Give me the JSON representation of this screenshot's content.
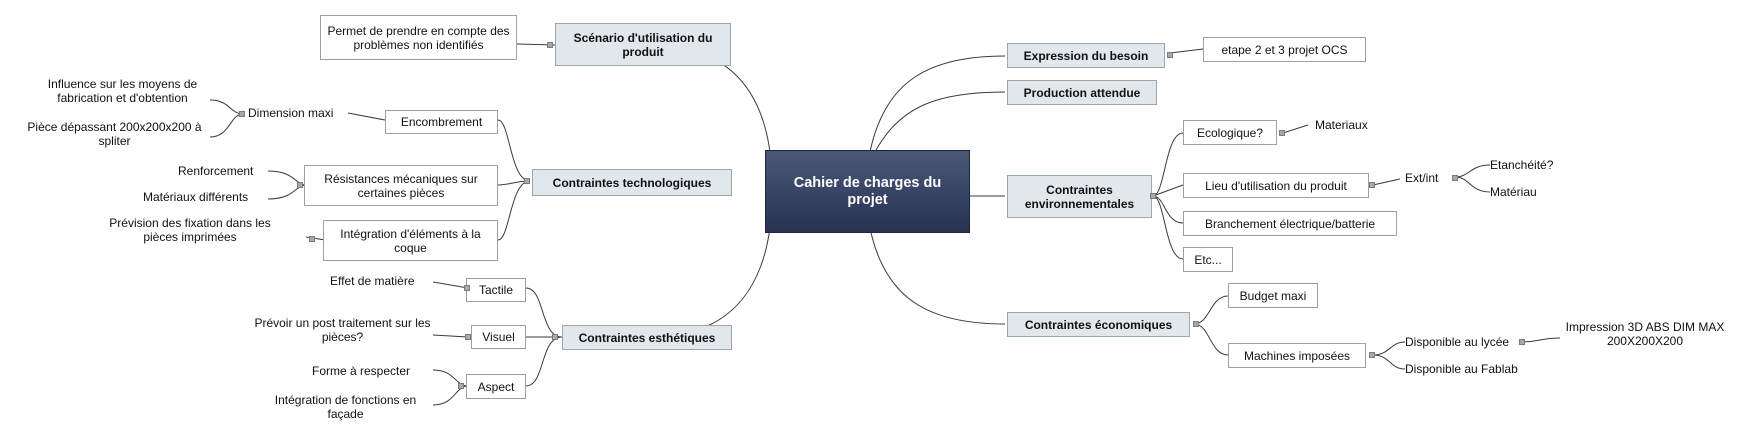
{
  "central": "Cahier de charges du projet",
  "left": {
    "scenario": {
      "label": "Scénario d'utilisation du produit",
      "child": "Permet de prendre en compte des problèmes non identifiés"
    },
    "techno": {
      "label": "Contraintes technologiques",
      "encombrement": "Encombrement",
      "dimension": "Dimension maxi",
      "influence": "Influence sur les moyens de fabrication et d'obtention",
      "piece": "Pièce dépassant 200x200x200 à spliter",
      "resistances": "Résistances mécaniques sur certaines pièces",
      "renforcement": "Renforcement",
      "materiaux": "Matériaux différents",
      "integration": "Intégration d'éléments à la coque",
      "prevision": "Prévision des fixation dans les pièces imprimées"
    },
    "esthetique": {
      "label": "Contraintes esthétiques",
      "tactile": "Tactile",
      "effet": "Effet de matière",
      "visuel": "Visuel",
      "prevoir": "Prévoir un post traitement sur les pièces?",
      "aspect": "Aspect",
      "forme": "Forme à respecter",
      "integration_fonctions": "Intégration de fonctions en façade"
    }
  },
  "right": {
    "besoin": {
      "label": "Expression du besoin",
      "child": "etape 2 et 3 projet OCS"
    },
    "production": {
      "label": "Production attendue"
    },
    "environnement": {
      "label": "Contraintes environnementales",
      "ecologique": "Ecologique?",
      "materiaux": "Materiaux",
      "lieu": "Lieu d'utilisation du produit",
      "extint": "Ext/int",
      "etancheite": "Etanchéité?",
      "materiau": "Matériau",
      "branchement": "Branchement électrique/batterie",
      "etc": "Etc..."
    },
    "economique": {
      "label": "Contraintes économiques",
      "budget": "Budget maxi",
      "machines": "Machines imposées",
      "lycee": "Disponible au lycée",
      "impression": "Impression 3D ABS DIM MAX 200X200X200",
      "fablab": "Disponible au Fablab"
    }
  }
}
